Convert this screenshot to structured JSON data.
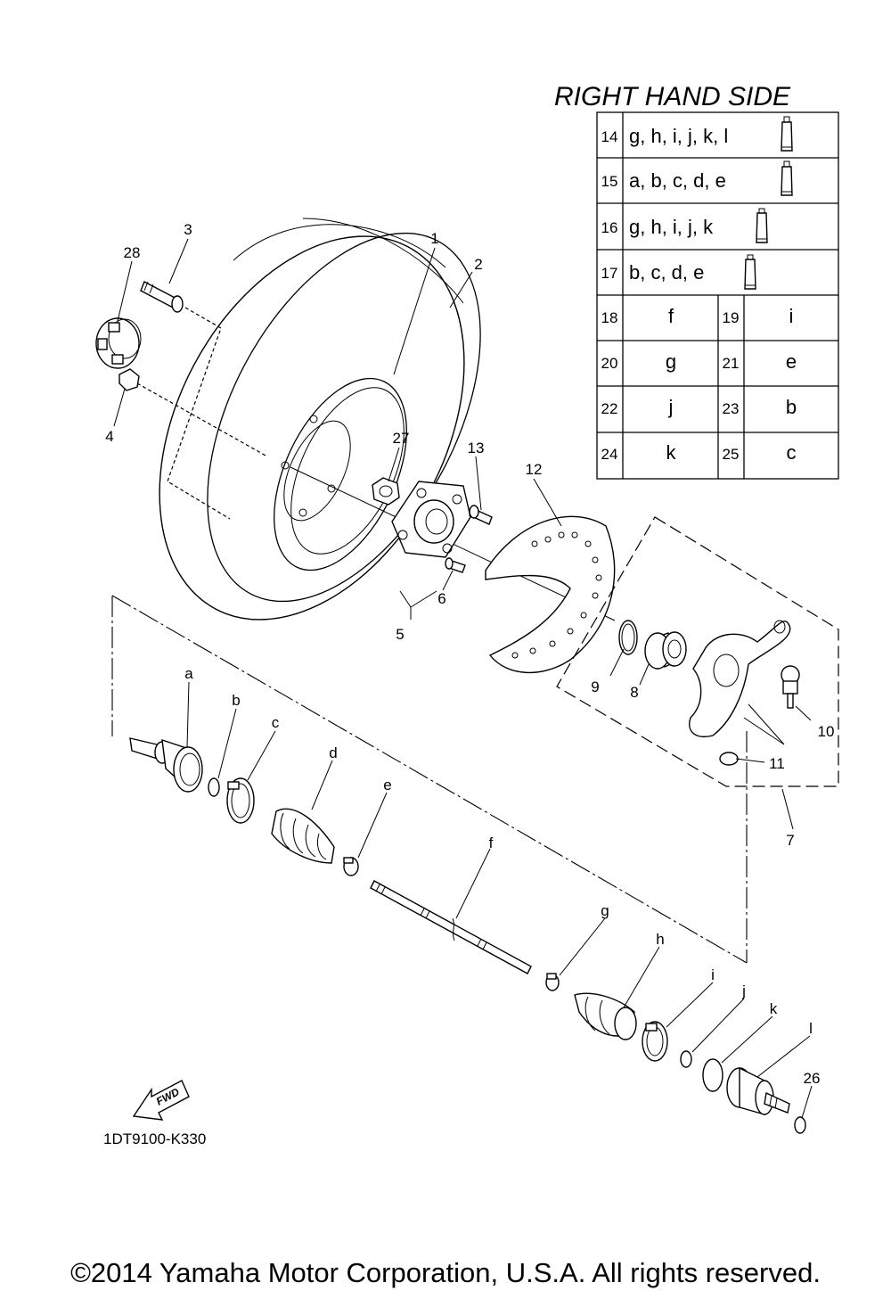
{
  "header": {
    "title": "RIGHT HAND SIDE"
  },
  "table": {
    "sealant_rows": [
      {
        "num": "14",
        "parts": "g, h, i, j, k, l",
        "icon": "grease-tube-icon"
      },
      {
        "num": "15",
        "parts": "a, b, c, d, e",
        "icon": "grease-tube-icon"
      },
      {
        "num": "16",
        "parts": "g, h, i, j, k",
        "icon": "grease-tube-icon"
      },
      {
        "num": "17",
        "parts": "b, c, d, e",
        "icon": "grease-tube-icon"
      }
    ],
    "pair_rows": [
      {
        "left_num": "18",
        "left_val": "f",
        "right_num": "19",
        "right_val": "i"
      },
      {
        "left_num": "20",
        "left_val": "g",
        "right_num": "21",
        "right_val": "e"
      },
      {
        "left_num": "22",
        "left_val": "j",
        "right_num": "23",
        "right_val": "b"
      },
      {
        "left_num": "24",
        "left_val": "k",
        "right_num": "25",
        "right_val": "c"
      }
    ]
  },
  "callouts": {
    "c1": "1",
    "c2": "2",
    "c3": "3",
    "c4": "4",
    "c5": "5",
    "c6": "6",
    "c7": "7",
    "c8": "8",
    "c9": "9",
    "c10": "10",
    "c11": "11",
    "c12": "12",
    "c13": "13",
    "c26": "26",
    "c27": "27",
    "c28": "28",
    "ca": "a",
    "cb": "b",
    "cc": "c",
    "cd": "d",
    "ce": "e",
    "cf": "f",
    "cg": "g",
    "ch": "h",
    "ci": "i",
    "cj": "j",
    "ck": "k",
    "cl": "l"
  },
  "fwd_label": "FWD",
  "diagram_code": "1DT9100-K330",
  "footer": {
    "copyright": "©2014 Yamaha Motor Corporation, U.S.A. All rights reserved."
  }
}
